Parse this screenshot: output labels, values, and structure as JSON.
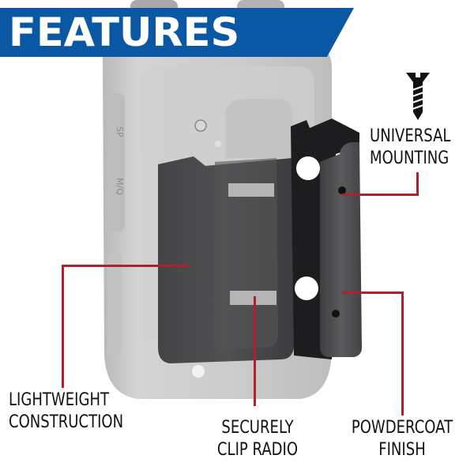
{
  "banner": {
    "title": "FEATURES",
    "color": "#0a57a4"
  },
  "product": {
    "radio_labels": [
      "SP",
      "M/Q"
    ],
    "body_color": "#c9c9c9",
    "holster_color": "#3a3a3c"
  },
  "callouts": [
    {
      "id": "universal-mounting",
      "lines": [
        "UNIVERSAL",
        "MOUNTING"
      ],
      "icon": "screw-icon"
    },
    {
      "id": "lightweight-construction",
      "lines": [
        "LIGHTWEIGHT",
        "CONSTRUCTION"
      ]
    },
    {
      "id": "securely-clip-radio",
      "lines": [
        "SECURELY",
        "CLIP RADIO"
      ]
    },
    {
      "id": "powdercoat-finish",
      "lines": [
        "POWDERCOAT",
        "FINISH"
      ]
    }
  ],
  "colors": {
    "leader_line": "#b0202e",
    "text": "#111111"
  }
}
